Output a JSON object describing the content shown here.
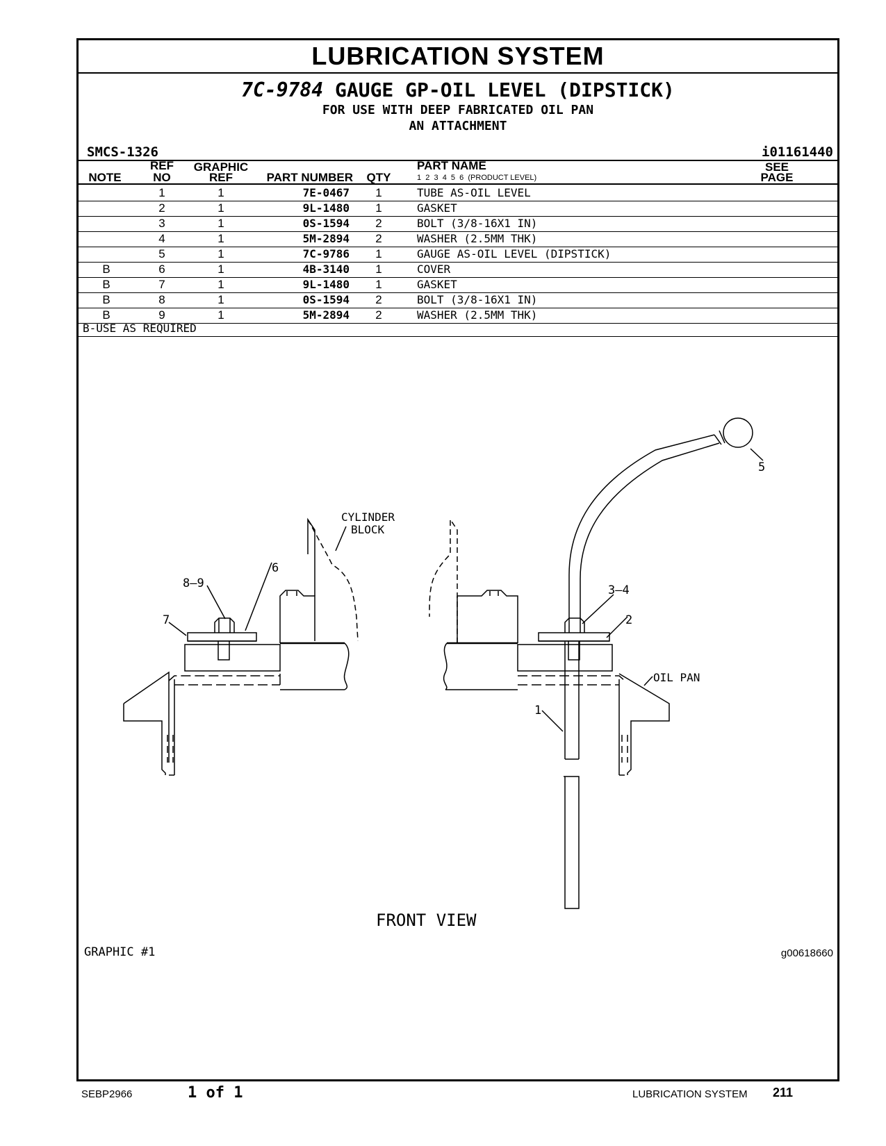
{
  "header": {
    "section_title": "LUBRICATION SYSTEM",
    "part_number": "7C-9784",
    "part_title": "GAUGE GP-OIL LEVEL (DIPSTICK)",
    "subtitle_1": "FOR USE WITH DEEP FABRICATED OIL PAN",
    "subtitle_2": "AN ATTACHMENT",
    "smcs": "SMCS-1326",
    "illustration_id": "i01161440"
  },
  "table": {
    "headers": {
      "note": "NOTE",
      "ref_no_1": "REF",
      "ref_no_2": "NO",
      "graphic_ref_1": "GRAPHIC",
      "graphic_ref_2": "REF",
      "part_number": "PART NUMBER",
      "qty": "QTY",
      "part_name": "PART NAME",
      "product_level": "1  2  3  4  5  6  (PRODUCT LEVEL)",
      "see_page_1": "SEE",
      "see_page_2": "PAGE"
    },
    "rows": [
      {
        "note": "",
        "ref": "1",
        "graphic": "1",
        "part": "7E-0467",
        "qty": "1",
        "name": "TUBE AS-OIL LEVEL"
      },
      {
        "note": "",
        "ref": "2",
        "graphic": "1",
        "part": "9L-1480",
        "qty": "1",
        "name": "GASKET"
      },
      {
        "note": "",
        "ref": "3",
        "graphic": "1",
        "part": "0S-1594",
        "qty": "2",
        "name": "BOLT (3/8-16X1 IN)"
      },
      {
        "note": "",
        "ref": "4",
        "graphic": "1",
        "part": "5M-2894",
        "qty": "2",
        "name": "WASHER (2.5MM THK)"
      },
      {
        "note": "",
        "ref": "5",
        "graphic": "1",
        "part": "7C-9786",
        "qty": "1",
        "name": "GAUGE AS-OIL LEVEL (DIPSTICK)"
      },
      {
        "note": "B",
        "ref": "6",
        "graphic": "1",
        "part": "4B-3140",
        "qty": "1",
        "name": "COVER"
      },
      {
        "note": "B",
        "ref": "7",
        "graphic": "1",
        "part": "9L-1480",
        "qty": "1",
        "name": "GASKET"
      },
      {
        "note": "B",
        "ref": "8",
        "graphic": "1",
        "part": "0S-1594",
        "qty": "2",
        "name": "BOLT (3/8-16X1 IN)"
      },
      {
        "note": "B",
        "ref": "9",
        "graphic": "1",
        "part": "5M-2894",
        "qty": "2",
        "name": "WASHER (2.5MM THK)"
      }
    ],
    "note_text": "B-USE AS REQUIRED"
  },
  "drawing": {
    "labels": {
      "cylinder_block_1": "CYLINDER",
      "cylinder_block_2": "BLOCK",
      "oil_pan": "OIL PAN",
      "front_view": "FRONT VIEW",
      "callout_8_9": "8–9",
      "callout_6": "6",
      "callout_7": "7",
      "callout_5": "5",
      "callout_3_4": "3–4",
      "callout_2": "2",
      "callout_1": "1"
    },
    "graphic_label": "GRAPHIC #1",
    "graphic_id": "g00618660"
  },
  "footer": {
    "doc_id": "SEBP2966",
    "page_of": "1 of 1",
    "section": "LUBRICATION SYSTEM",
    "page_number": "211"
  }
}
